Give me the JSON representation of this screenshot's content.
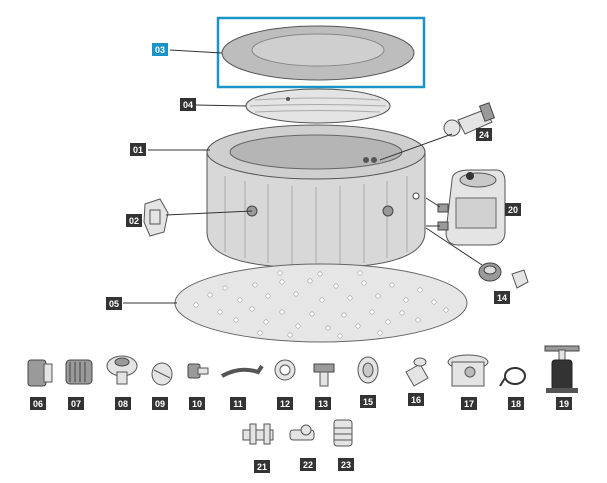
{
  "selected_part": "03",
  "highlight_color": "#1a94c7",
  "labels": {
    "p01": "01",
    "p02": "02",
    "p03": "03",
    "p04": "04",
    "p05": "05",
    "p06": "06",
    "p07": "07",
    "p08": "08",
    "p09": "09",
    "p10": "10",
    "p11": "11",
    "p12": "12",
    "p13": "13",
    "p14": "14",
    "p15": "15",
    "p16": "16",
    "p17": "17",
    "p18": "18",
    "p19": "19",
    "p20": "20",
    "p21": "21",
    "p22": "22",
    "p23": "23",
    "p24": "24"
  }
}
